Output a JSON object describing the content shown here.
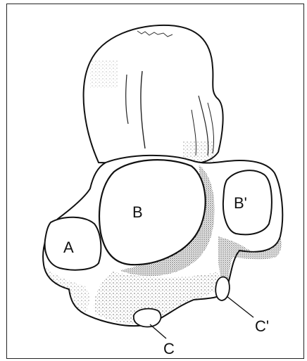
{
  "labels": {
    "a": "A",
    "b": "B",
    "b_prime": "B'",
    "c": "C",
    "c_prime": "C'"
  },
  "colors": {
    "ink": "#111111",
    "paper": "#ffffff",
    "shade": "#555555"
  }
}
